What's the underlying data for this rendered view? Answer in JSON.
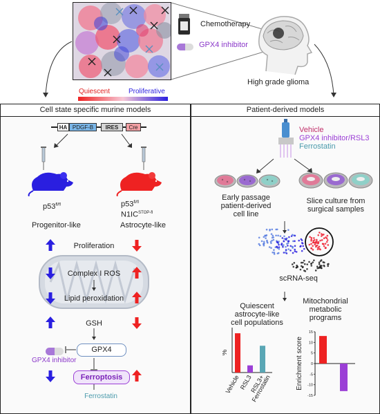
{
  "top": {
    "legend": {
      "quiescent": "Quiescent",
      "proliferative": "Proliferative"
    },
    "drugs": {
      "chemotherapy": "Chemotherapy",
      "gpx4_inhibitor": "GPX4 inhibitor"
    },
    "brain_label": "High grade glioma"
  },
  "left_panel": {
    "title": "Cell state specific murine models",
    "construct": [
      "HA",
      "PDGF-B",
      "IRES",
      "Cre"
    ],
    "mouse_blue": {
      "genotype": "p53",
      "sup": "fl/fl",
      "label": "Progenitor-like"
    },
    "mouse_red": {
      "genotype": "p53",
      "sup": "fl/fl",
      "genotype2": "N1IC",
      "sup2": "STOP-fl",
      "label": "Astrocyte-like"
    },
    "processes": [
      "Proliferation",
      "Complex I ROS",
      "Lipid peroxidation",
      "GSH",
      "GPX4",
      "Ferroptosis"
    ],
    "gpx4_inhibitor": "GPX4 inhibitor",
    "ferrostatin": "Ferrostatin",
    "colors": {
      "blue": "#2a1fe0",
      "red": "#ee2222",
      "purple": "#9b3fd6",
      "teal": "#5aa7b5"
    }
  },
  "right_panel": {
    "title": "Patient-derived models",
    "treatments": [
      "Vehicle",
      "GPX4 inhibitor/RSL3",
      "Ferrostatin"
    ],
    "culture_left": [
      "Early passage",
      "patient-derived",
      "cell line"
    ],
    "culture_right": [
      "Slice culture from",
      "surgical samples"
    ],
    "scrna": "scRNA-seq",
    "chart_title_left": [
      "Quiescent",
      "astrocyte-like",
      "cell populations"
    ],
    "chart_title_right": [
      "Mitochondrial",
      "metabolic",
      "programs"
    ]
  },
  "chart_data": [
    {
      "type": "bar",
      "title": "Quiescent astrocyte-like cell populations",
      "ylabel": "%",
      "categories": [
        "Vehicle",
        "RSL3",
        "RSL3+ Ferrostatin"
      ],
      "values": [
        22,
        4,
        15
      ],
      "ylim": [
        0,
        24
      ],
      "colors": [
        "#ee2222",
        "#9b3fd6",
        "#5aa7b5"
      ]
    },
    {
      "type": "bar",
      "title": "Mitochondrial metabolic programs",
      "ylabel": "Enrichment score",
      "yticks": [
        "15",
        "10",
        "5",
        "0",
        "-5",
        "-10",
        "-15"
      ],
      "categories": [
        "Vehicle",
        "GPX4 inhibitor"
      ],
      "values": [
        13,
        -13
      ],
      "ylim": [
        -15,
        15
      ],
      "colors": [
        "#ee2222",
        "#9b3fd6"
      ]
    }
  ]
}
